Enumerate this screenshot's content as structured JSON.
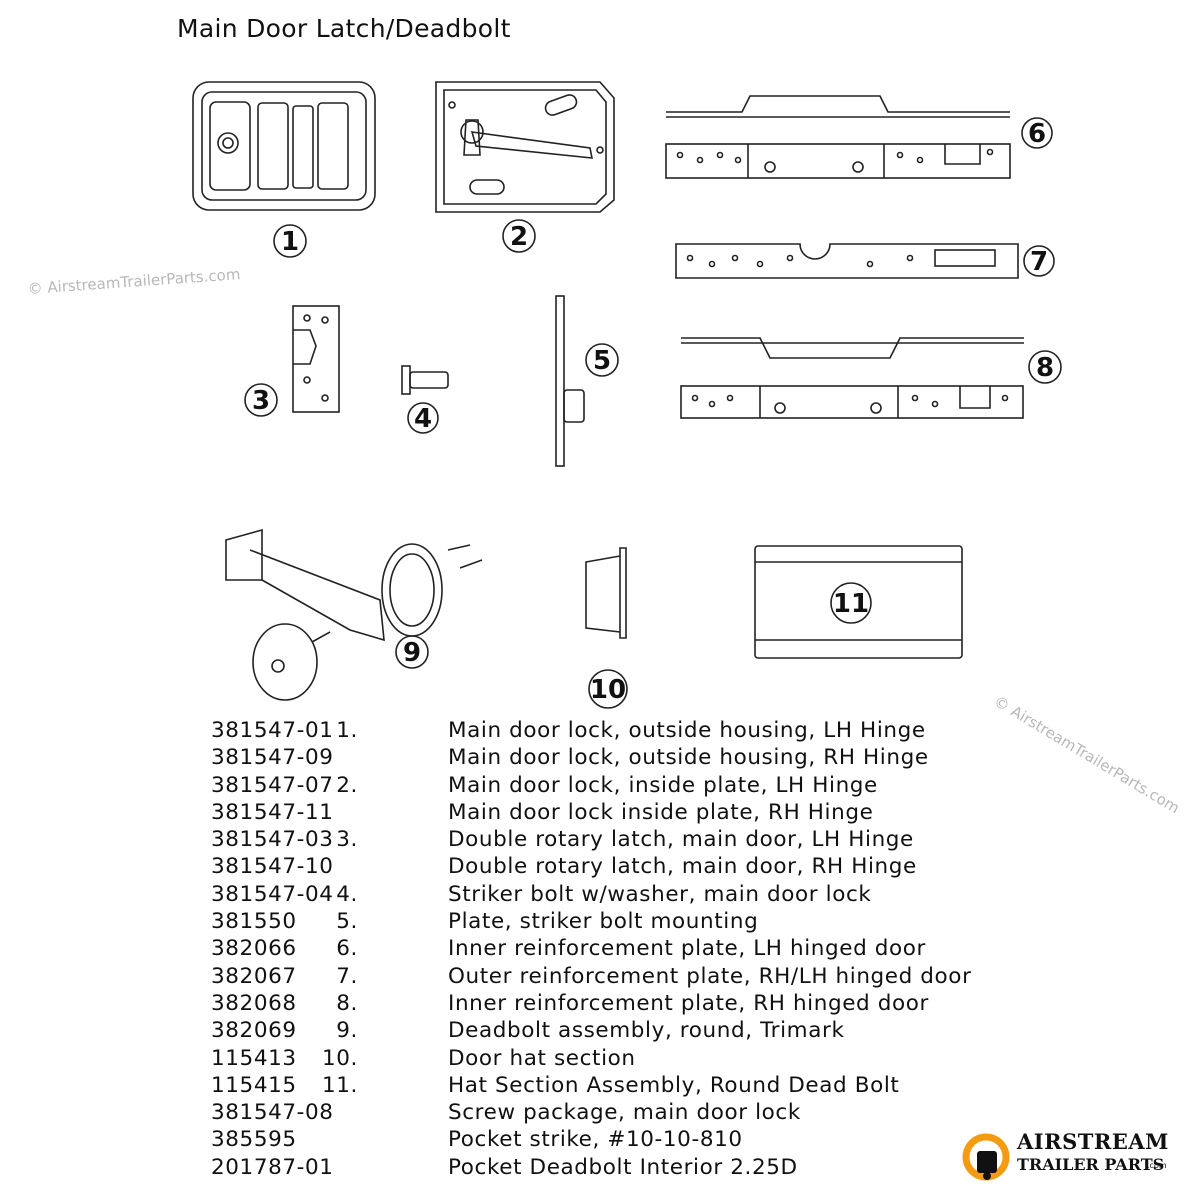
{
  "title": "Main Door Latch/Deadbolt",
  "watermark": "© AirstreamTrailerParts.com",
  "callouts": [
    "1",
    "2",
    "3",
    "4",
    "5",
    "6",
    "7",
    "8",
    "9",
    "10",
    "11"
  ],
  "parts": [
    {
      "num": "1.",
      "pn": "381547-01",
      "desc": "Main door lock, outside housing, LH Hinge"
    },
    {
      "num": "",
      "pn": "381547-09",
      "desc": "Main door lock, outside housing, RH Hinge"
    },
    {
      "num": "2.",
      "pn": "381547-07",
      "desc": "Main door lock, inside plate, LH Hinge"
    },
    {
      "num": "",
      "pn": "381547-11",
      "desc": "Main door lock inside plate, RH Hinge"
    },
    {
      "num": "3.",
      "pn": "381547-03",
      "desc": "Double rotary latch, main door, LH Hinge"
    },
    {
      "num": "",
      "pn": "381547-10",
      "desc": "Double rotary latch, main door, RH Hinge"
    },
    {
      "num": "4.",
      "pn": "381547-04",
      "desc": "Striker bolt w/washer, main door lock"
    },
    {
      "num": "5.",
      "pn": "381550",
      "desc": "Plate, striker bolt mounting"
    },
    {
      "num": "6.",
      "pn": "382066",
      "desc": "Inner reinforcement plate, LH hinged door"
    },
    {
      "num": "7.",
      "pn": "382067",
      "desc": "Outer reinforcement plate, RH/LH hinged door"
    },
    {
      "num": "8.",
      "pn": "382068",
      "desc": "Inner reinforcement plate, RH hinged door"
    },
    {
      "num": "9.",
      "pn": "382069",
      "desc": "Deadbolt assembly, round, Trimark"
    },
    {
      "num": "10.",
      "pn": "115413",
      "desc": "Door hat section"
    },
    {
      "num": "11.",
      "pn": "115415",
      "desc": "Hat Section Assembly, Round Dead Bolt"
    },
    {
      "num": "",
      "pn": "381547-08",
      "desc": "Screw package, main door lock"
    },
    {
      "num": "",
      "pn": "385595",
      "desc": "Pocket strike, #10-10-810"
    },
    {
      "num": "",
      "pn": "201787-01",
      "desc": "Pocket Deadbolt Interior 2.25D"
    }
  ],
  "logo": {
    "line1": "AIRSTREAM",
    "line2": "TRAILER PARTS",
    "suffix": ".com",
    "accent": "#f39c12"
  }
}
